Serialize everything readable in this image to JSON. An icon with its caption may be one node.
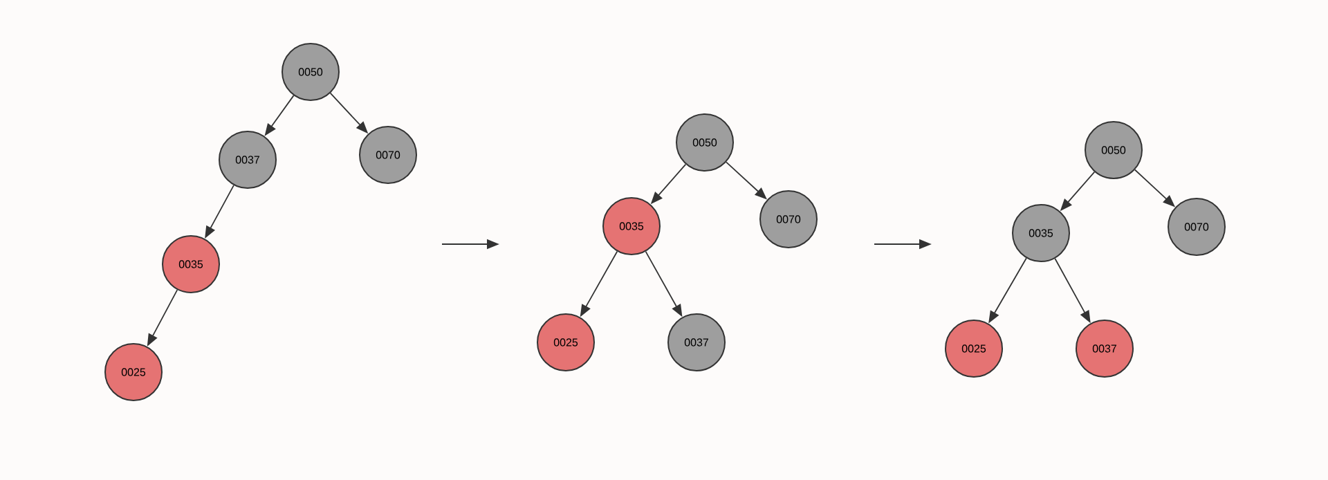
{
  "diagram": {
    "nodes": [
      {
        "text": [
          "0050"
        ]
      },
      {
        "text": [
          "0037"
        ]
      },
      {
        "text": [
          "0070"
        ]
      },
      {
        "text": [
          "0035"
        ]
      },
      {
        "text": [
          "0025"
        ]
      },
      {
        "text": [
          "0050"
        ]
      },
      {
        "text": [
          "0035"
        ]
      },
      {
        "text": [
          "0070"
        ]
      },
      {
        "text": [
          "0025"
        ]
      },
      {
        "text": [
          "0037"
        ]
      },
      {
        "text": [
          "0050"
        ]
      },
      {
        "text": [
          "0035"
        ]
      },
      {
        "text": [
          "0070"
        ]
      },
      {
        "text": [
          "0025"
        ]
      },
      {
        "text": [
          "0037"
        ]
      }
    ],
    "edges": [
      {
        "from": 0,
        "to": 1,
        "arrow": "to"
      },
      {
        "from": 0,
        "to": 2,
        "arrow": "to"
      },
      {
        "from": 1,
        "to": 3,
        "arrow": "to"
      },
      {
        "from": 3,
        "to": 4,
        "arrow": "to"
      },
      {
        "from": 5,
        "to": 6,
        "arrow": "to"
      },
      {
        "from": 5,
        "to": 7,
        "arrow": "to"
      },
      {
        "from": 6,
        "to": 8,
        "arrow": "to"
      },
      {
        "from": 6,
        "to": 9,
        "arrow": "to"
      },
      {
        "from": 10,
        "to": 11,
        "arrow": "to"
      },
      {
        "from": 10,
        "to": 12,
        "arrow": "to"
      },
      {
        "from": 11,
        "to": 13,
        "arrow": "to"
      },
      {
        "from": 11,
        "to": 14,
        "arrow": "to"
      }
    ]
  }
}
